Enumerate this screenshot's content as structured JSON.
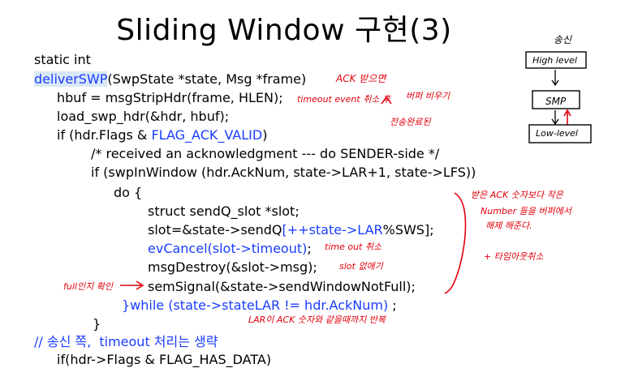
{
  "title": "Sliding Window 구현(3)",
  "code": [
    {
      "parts": [
        {
          "t": "static int"
        }
      ]
    },
    {
      "parts": [
        {
          "t": "deliverSWP",
          "blue": true,
          "hl": true
        },
        {
          "t": "(SwpState *state, Msg *frame)"
        }
      ]
    },
    {
      "parts": [
        {
          "t": "hbuf = msgStripHdr(frame, HLEN);"
        }
      ]
    },
    {
      "parts": [
        {
          "t": "load_swp_hdr(&hdr, hbuf);"
        }
      ]
    },
    {
      "parts": [
        {
          "t": "if (hdr.Flags & "
        },
        {
          "t": "FLAG_ACK_VALID",
          "blue": true
        },
        {
          "t": ")"
        }
      ]
    },
    {
      "parts": [
        {
          "t": "/* received an acknowledgment --- do SENDER-side */"
        }
      ]
    },
    {
      "parts": [
        {
          "t": "if (swpInWindow (hdr.AckNum, state->LAR+1, state->LFS))"
        }
      ]
    },
    {
      "parts": [
        {
          "t": "do {"
        }
      ]
    },
    {
      "parts": [
        {
          "t": "struct sendQ_slot *slot;"
        }
      ]
    },
    {
      "parts": [
        {
          "t": "slot=&state->sendQ"
        },
        {
          "t": "[++state->LAR",
          "blue": true
        },
        {
          "t": "%SWS];"
        }
      ]
    },
    {
      "parts": [
        {
          "t": "evCancel(slot->timeout)",
          "blue": true
        },
        {
          "t": ";"
        }
      ]
    },
    {
      "parts": [
        {
          "t": "msgDestroy(&slot->msg);"
        }
      ]
    },
    {
      "parts": [
        {
          "t": "semSignal(&state->sendWindowNotFull);"
        }
      ]
    },
    {
      "parts": [
        {
          "t": "}while (state->stateLAR != hdr.AckNum)",
          "blue": true
        },
        {
          "t": " ;"
        }
      ]
    },
    {
      "parts": [
        {
          "t": "}"
        }
      ]
    },
    {
      "parts": [
        {
          "t": "// 송신 쪽,  timeout 처리는 생략",
          "blue": true
        }
      ]
    },
    {
      "parts": [
        {
          "t": "if(hdr->Flags & FLAG_HAS_DATA)"
        }
      ]
    }
  ],
  "notes": {
    "ack": "ACK 받으면",
    "timeout_event": "timeout event 취소 후",
    "buffer": "버퍼 비우기",
    "transfer_done": "전송완료된",
    "evcancel": "time out 취소",
    "msgdestroy": "slot 없애기",
    "full_check": "full인지 확인",
    "while_note": "LAR이 ACK 숫자와 같을때까지 반복",
    "right1": "받은 ACK 숫자보다 작은",
    "right2": "Number 들을 버퍼에서",
    "right3": "해제 해준다.",
    "right4": "+ 타임아웃취소"
  },
  "diagram": {
    "top": "송신",
    "box1": "High level",
    "box2": "SMP",
    "box3": "Low-level"
  }
}
